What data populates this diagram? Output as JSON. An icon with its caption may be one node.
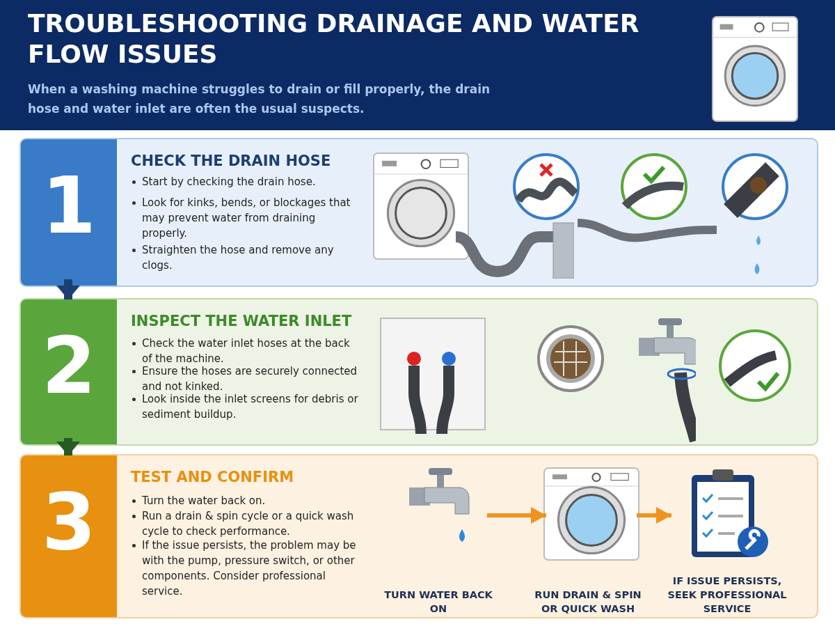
{
  "diagram": {
    "title": "TROUBLESHOOTING DRAINAGE AND WATER FLOW ISSUES",
    "nodes": [
      {
        "text": [
          "1",
          "CHECK THE DRAIN HOSE",
          "Start by checking the drain hose.",
          "Look for kinks, bends, or blockages that may prevent water from draining properly.",
          "Straighten the hose and remove any clogs."
        ]
      },
      {
        "text": [
          "2",
          "INSPECT THE WATER INLET",
          "Check the water inlet hoses at the back of the machine.",
          "Ensure the hoses are securely connected and not kinked.",
          "Look inside the inlet screens for debris or sediment buildup."
        ]
      },
      {
        "text": [
          "3",
          "TEST AND CONFIRM",
          "Turn the water back on.",
          "Run a drain & spin cycle or a quick wash cycle to check performance.",
          "If the issue persists, the problem may be with the pump, pressure switch, or other components. Consider professional service."
        ]
      },
      {
        "text": [
          "TURN WATER BACK ON"
        ],
        "in": 2
      },
      {
        "text": [
          "RUN DRAIN & SPIN OR QUICK WASH"
        ],
        "in": 2
      },
      {
        "text": [
          "IF ISSUE PERSISTS, SEEK PROFESSIONAL SERVICE"
        ],
        "in": 2
      }
    ],
    "edges": [
      {
        "from": 0,
        "to": 1,
        "arrow": "to",
        "style": "thick",
        "color": "#1d3e75"
      },
      {
        "from": 1,
        "to": 2,
        "arrow": "to",
        "style": "thick",
        "color": "#245c22"
      },
      {
        "from": 3,
        "to": 4,
        "arrow": "to",
        "color": "#f0931e"
      },
      {
        "from": 4,
        "to": 5,
        "arrow": "to",
        "color": "#f0931e"
      }
    ],
    "labels": [
      "When a washing machine struggles to drain or fill properly, the drain hose and water inlet are often the usual suspects."
    ]
  }
}
